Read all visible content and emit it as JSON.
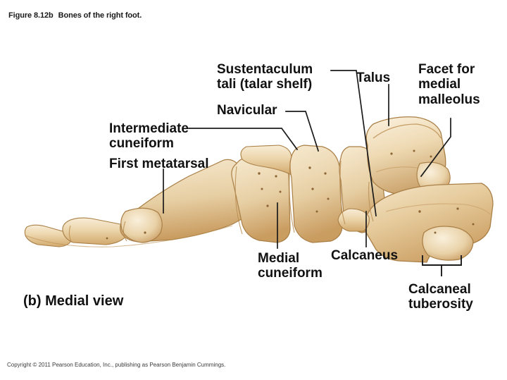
{
  "figure": {
    "number": "Figure 8.12b",
    "title": "Bones of the right foot.",
    "view_caption": "(b) Medial view",
    "copyright": "Copyright © 2011 Pearson Education, Inc., publishing as Pearson Benjamin Cummings."
  },
  "palette": {
    "background": "#ffffff",
    "text": "#111111",
    "leader_line": "#1b1b1b",
    "bone_light": "#f6e8cd",
    "bone_mid": "#e9cfa2",
    "bone_shadow": "#d4ae74",
    "bone_deep": "#bc8f52",
    "bone_outline": "#a97f46",
    "pore": "#8d6534"
  },
  "labels": {
    "sustentaculum": "Sustentaculum\ntali (talar shelf)",
    "sustentaculum_line1": "Sustentaculum",
    "sustentaculum_line2": "tali (talar shelf)",
    "navicular": "Navicular",
    "talus": "Talus",
    "facet_line1": "Facet for",
    "facet_line2": "medial",
    "facet_line3": "malleolus",
    "intermediate_line1": "Intermediate",
    "intermediate_line2": "cuneiform",
    "first_metatarsal": "First metatarsal",
    "medial_cuneiform_line1": "Medial",
    "medial_cuneiform_line2": "cuneiform",
    "calcaneus": "Calcaneus",
    "calcaneal_tuberosity_line1": "Calcaneal",
    "calcaneal_tuberosity_line2": "tuberosity"
  },
  "illustration": {
    "name": "right-foot-skeleton-medial-view",
    "bones": [
      "distal phalanx of hallux",
      "proximal phalanx of hallux",
      "first metatarsal",
      "medial cuneiform",
      "intermediate cuneiform",
      "navicular",
      "talus",
      "calcaneus",
      "sustentaculum tali",
      "calcaneal tuberosity"
    ]
  }
}
